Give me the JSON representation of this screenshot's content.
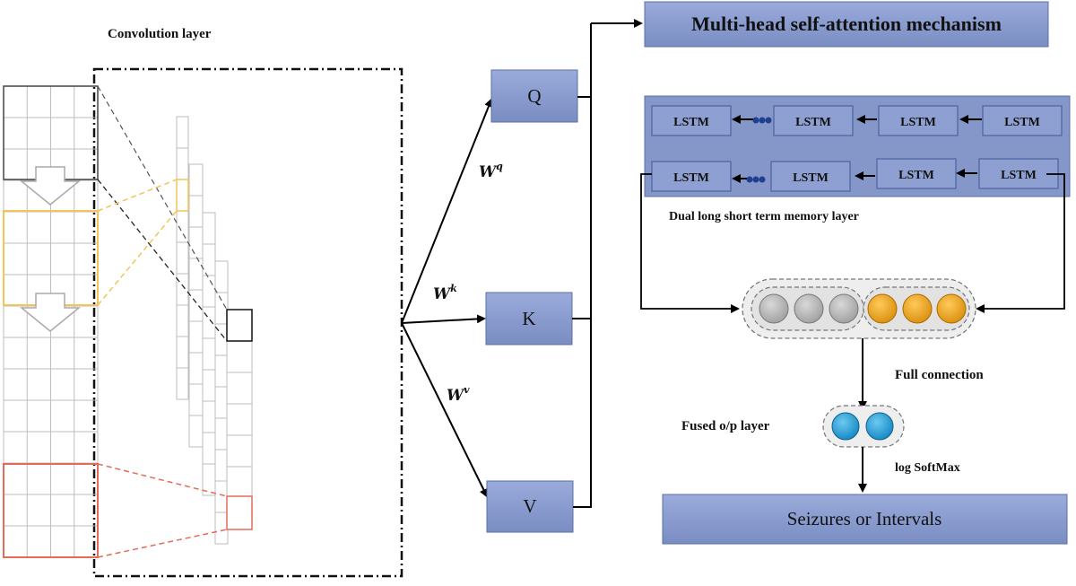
{
  "convolution": {
    "title": "Convolution layer"
  },
  "weights": {
    "q": "W",
    "q_sup": "q",
    "k": "W",
    "k_sup": "k",
    "v": "W",
    "v_sup": "v"
  },
  "qkv": {
    "q": "Q",
    "k": "K",
    "v": "V"
  },
  "attention": {
    "title": "Multi-head self-attention mechanism"
  },
  "lstm": {
    "cell_label": "LSTM",
    "rows": [
      [
        "LSTM",
        "LSTM",
        "LSTM",
        "LSTM"
      ],
      [
        "LSTM",
        "LSTM",
        "LSTM",
        "LSTM"
      ]
    ],
    "caption": "Dual long short term memory layer"
  },
  "fusion": {
    "full_connection": "Full connection",
    "fused_label": "Fused o/p layer",
    "softmax": "log SoftMax"
  },
  "output": {
    "title": "Seizures or Intervals"
  },
  "colors": {
    "box_fill": "#8497c8",
    "box_stroke": "#5b6fa8",
    "gray_node": "#bdbdbd",
    "orange_node": "#f0ac23",
    "blue_node": "#2da6dc",
    "highlight_yellow": "#f2c45a",
    "highlight_red": "#e36b5a"
  }
}
